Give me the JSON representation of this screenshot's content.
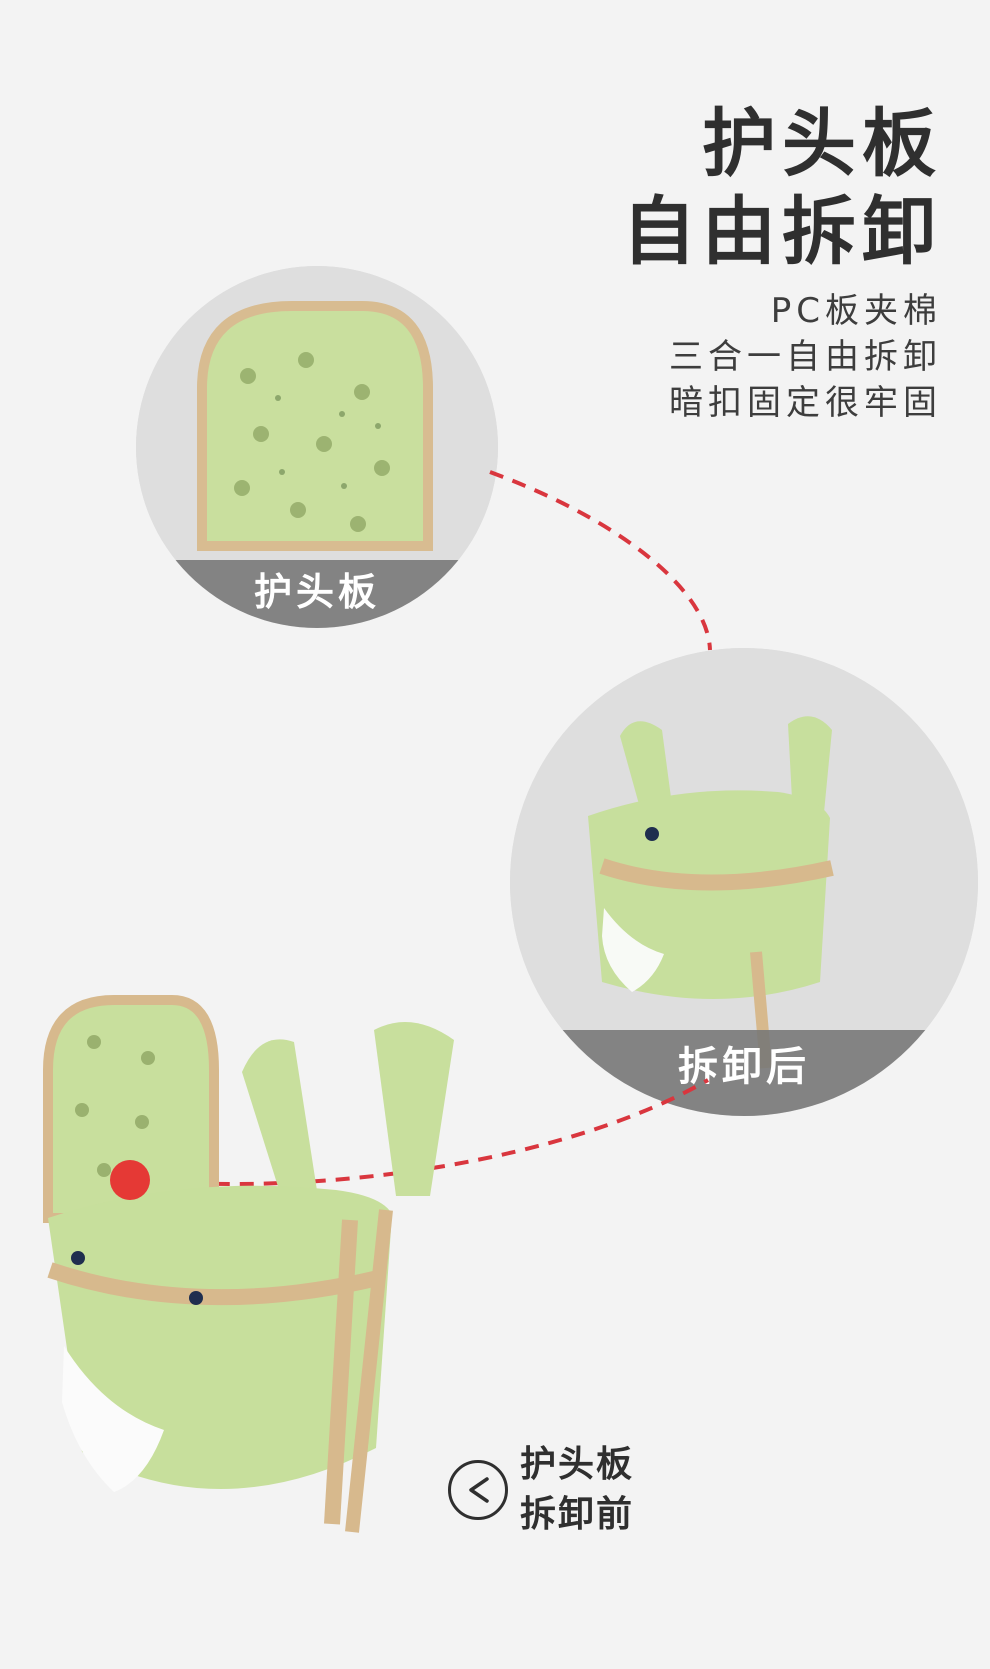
{
  "headline": {
    "line1": "护头板",
    "line2": "自由拆卸"
  },
  "subcopy": {
    "line1": "PC板夹棉",
    "line2": "三合一自由拆卸",
    "line3": "暗扣固定很牢固"
  },
  "circles": {
    "top_label": "护头板",
    "right_label": "拆卸后"
  },
  "bottom_note": {
    "line1": "护头板",
    "line2": "拆卸前"
  },
  "colors": {
    "background": "#f3f3f3",
    "circle_bg": "#dedede",
    "label_bg": "#767676",
    "product_green": "#c5df9a",
    "trim_tan": "#d7b98d",
    "dashed_red": "#d9363e"
  },
  "icons": {
    "arrow_icon": "left-arrow-icon"
  }
}
